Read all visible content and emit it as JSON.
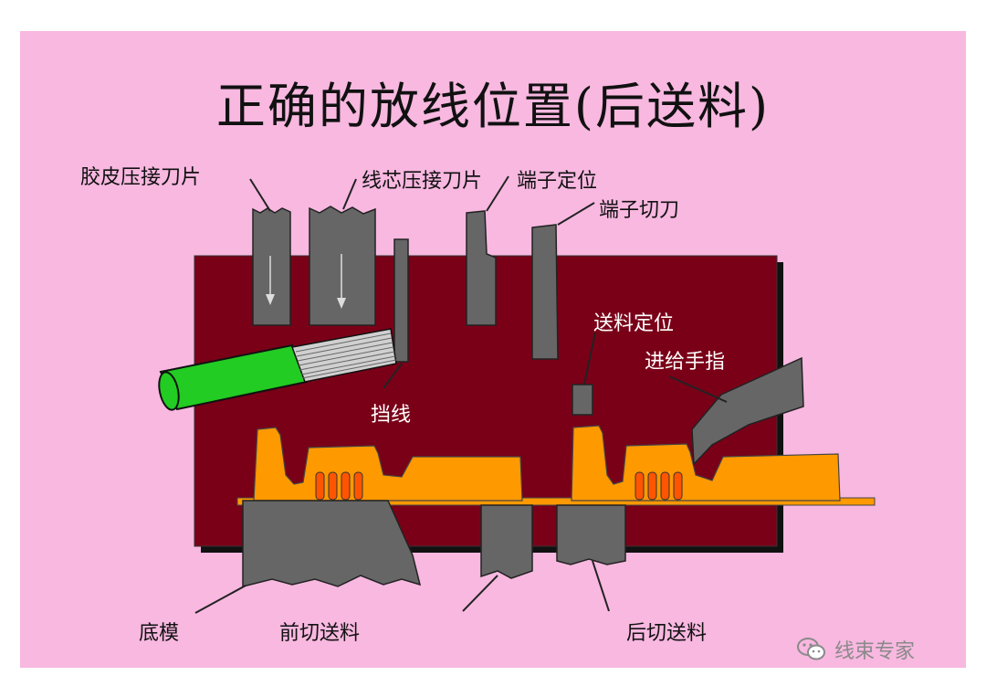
{
  "title": "正确的放线位置(后送料)",
  "labels": {
    "insulation_blade": "胶皮压接刀片",
    "core_blade": "线芯压接刀片",
    "terminal_locator": "端子定位",
    "terminal_cutter": "端子切刀",
    "feed_locator": "送料定位",
    "feed_finger": "进给手指",
    "wire_stop": "挡线",
    "bottom_die": "底模",
    "front_cut_feed": "前切送料",
    "rear_cut_feed": "后切送料"
  },
  "watermark": {
    "text": "线束专家",
    "icon": "wechat-icon"
  },
  "colors": {
    "slide_background": "#f8b8e0",
    "machine_plate": "#7a0018",
    "tooling_gray": "#666666",
    "terminal_orange": "#ff9900",
    "terminal_contacts": "#ff5500",
    "wire_insulation": "#22cc22",
    "wire_core": "#cfcfcf"
  }
}
